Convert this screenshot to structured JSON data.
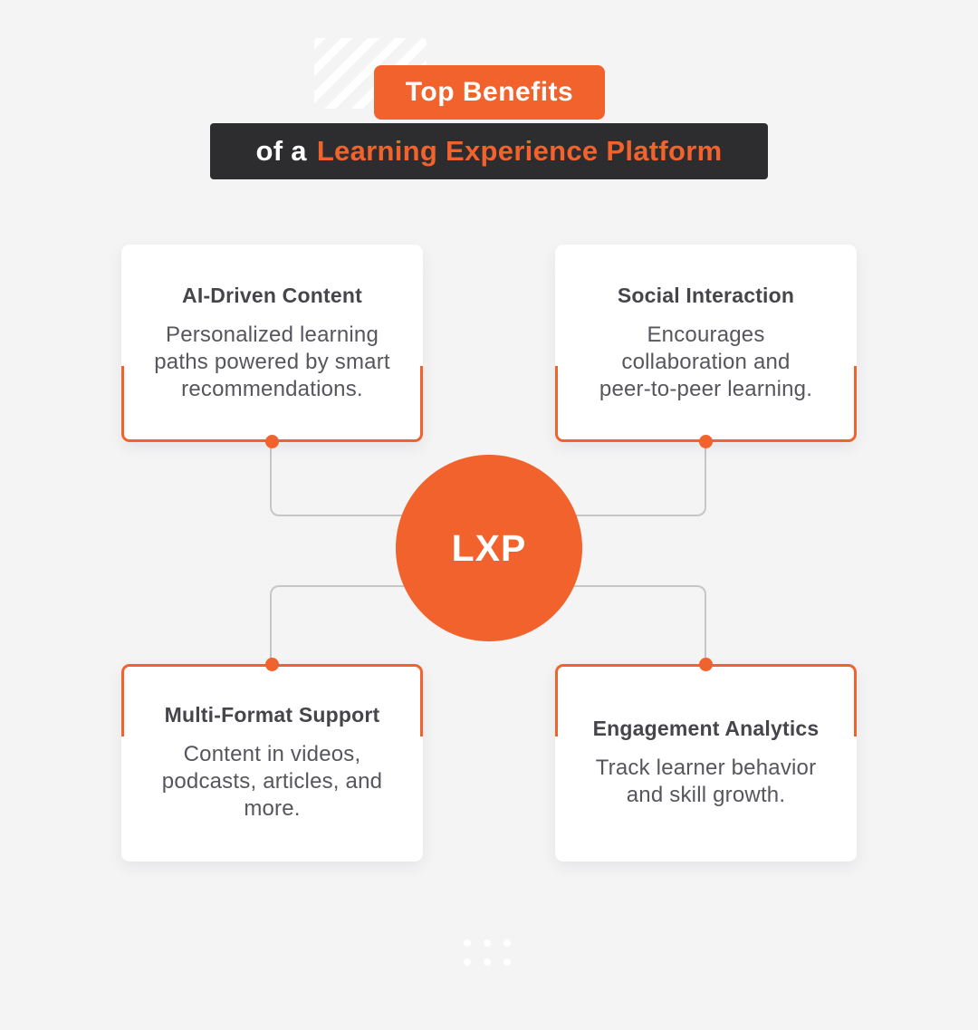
{
  "header": {
    "badge_label": "Top Benefits",
    "banner_prefix": "of a",
    "banner_highlight": "Learning Experience Platform"
  },
  "center_node": {
    "label": "LXP"
  },
  "cards": [
    {
      "position": "top-left",
      "title": "AI-Driven Content",
      "body_lines": [
        "Personalized learning",
        "paths powered by smart",
        "recommendations."
      ]
    },
    {
      "position": "top-right",
      "title": "Social Interaction",
      "body_lines": [
        "Encourages",
        "collaboration and",
        "peer-to-peer learning."
      ]
    },
    {
      "position": "bottom-left",
      "title": "Multi-Format Support",
      "body_lines": [
        "Content in videos,",
        "podcasts, articles, and",
        "more."
      ]
    },
    {
      "position": "bottom-right",
      "title": "Engagement Analytics",
      "body_lines": [
        "Track learner behavior",
        "and skill growth."
      ]
    }
  ],
  "decorations": {
    "top_left": "diagonal-stripes",
    "bottom_center": "white-dots-grid"
  },
  "colors": {
    "background": "#f4f4f5",
    "accent_orange": "#f2622c",
    "banner_dark": "#2d2d30",
    "card_background": "#ffffff",
    "card_title_text": "#45454b",
    "card_body_text": "#56565c",
    "connector_gray": "#c6c6c8",
    "decoration_white": "#ffffff"
  }
}
